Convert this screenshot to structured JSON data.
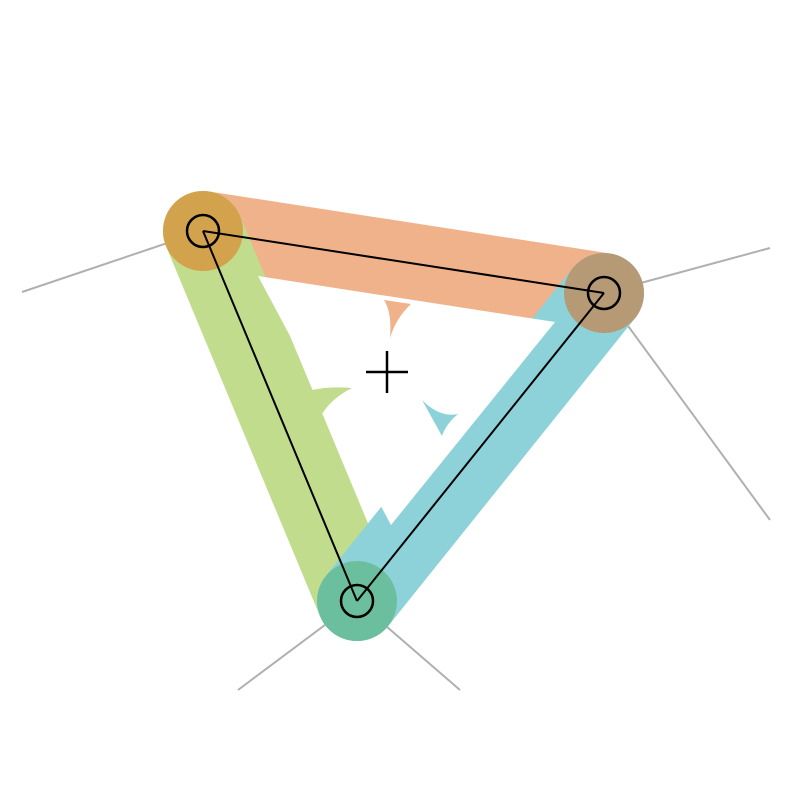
{
  "diagram": {
    "colors": {
      "background": "#ffffff",
      "edge_top": "#f0b28a",
      "edge_left": "#c2dc8d",
      "edge_right": "#8dd2d9",
      "vertex_top_left": "#d3a24c",
      "vertex_right": "#b69a76",
      "vertex_bottom": "#6cbf9e",
      "outline": "#000000",
      "guide_lines": "#b0b0b0"
    },
    "icons": {
      "center_marker": "plus-crosshair",
      "vertex_marker": "open-circle"
    },
    "vertices": [
      {
        "id": "top-left"
      },
      {
        "id": "right"
      },
      {
        "id": "bottom"
      }
    ],
    "edges": [
      {
        "id": "top",
        "from": "top-left",
        "to": "right"
      },
      {
        "id": "left",
        "from": "top-left",
        "to": "bottom"
      },
      {
        "id": "right",
        "from": "right",
        "to": "bottom"
      }
    ]
  }
}
